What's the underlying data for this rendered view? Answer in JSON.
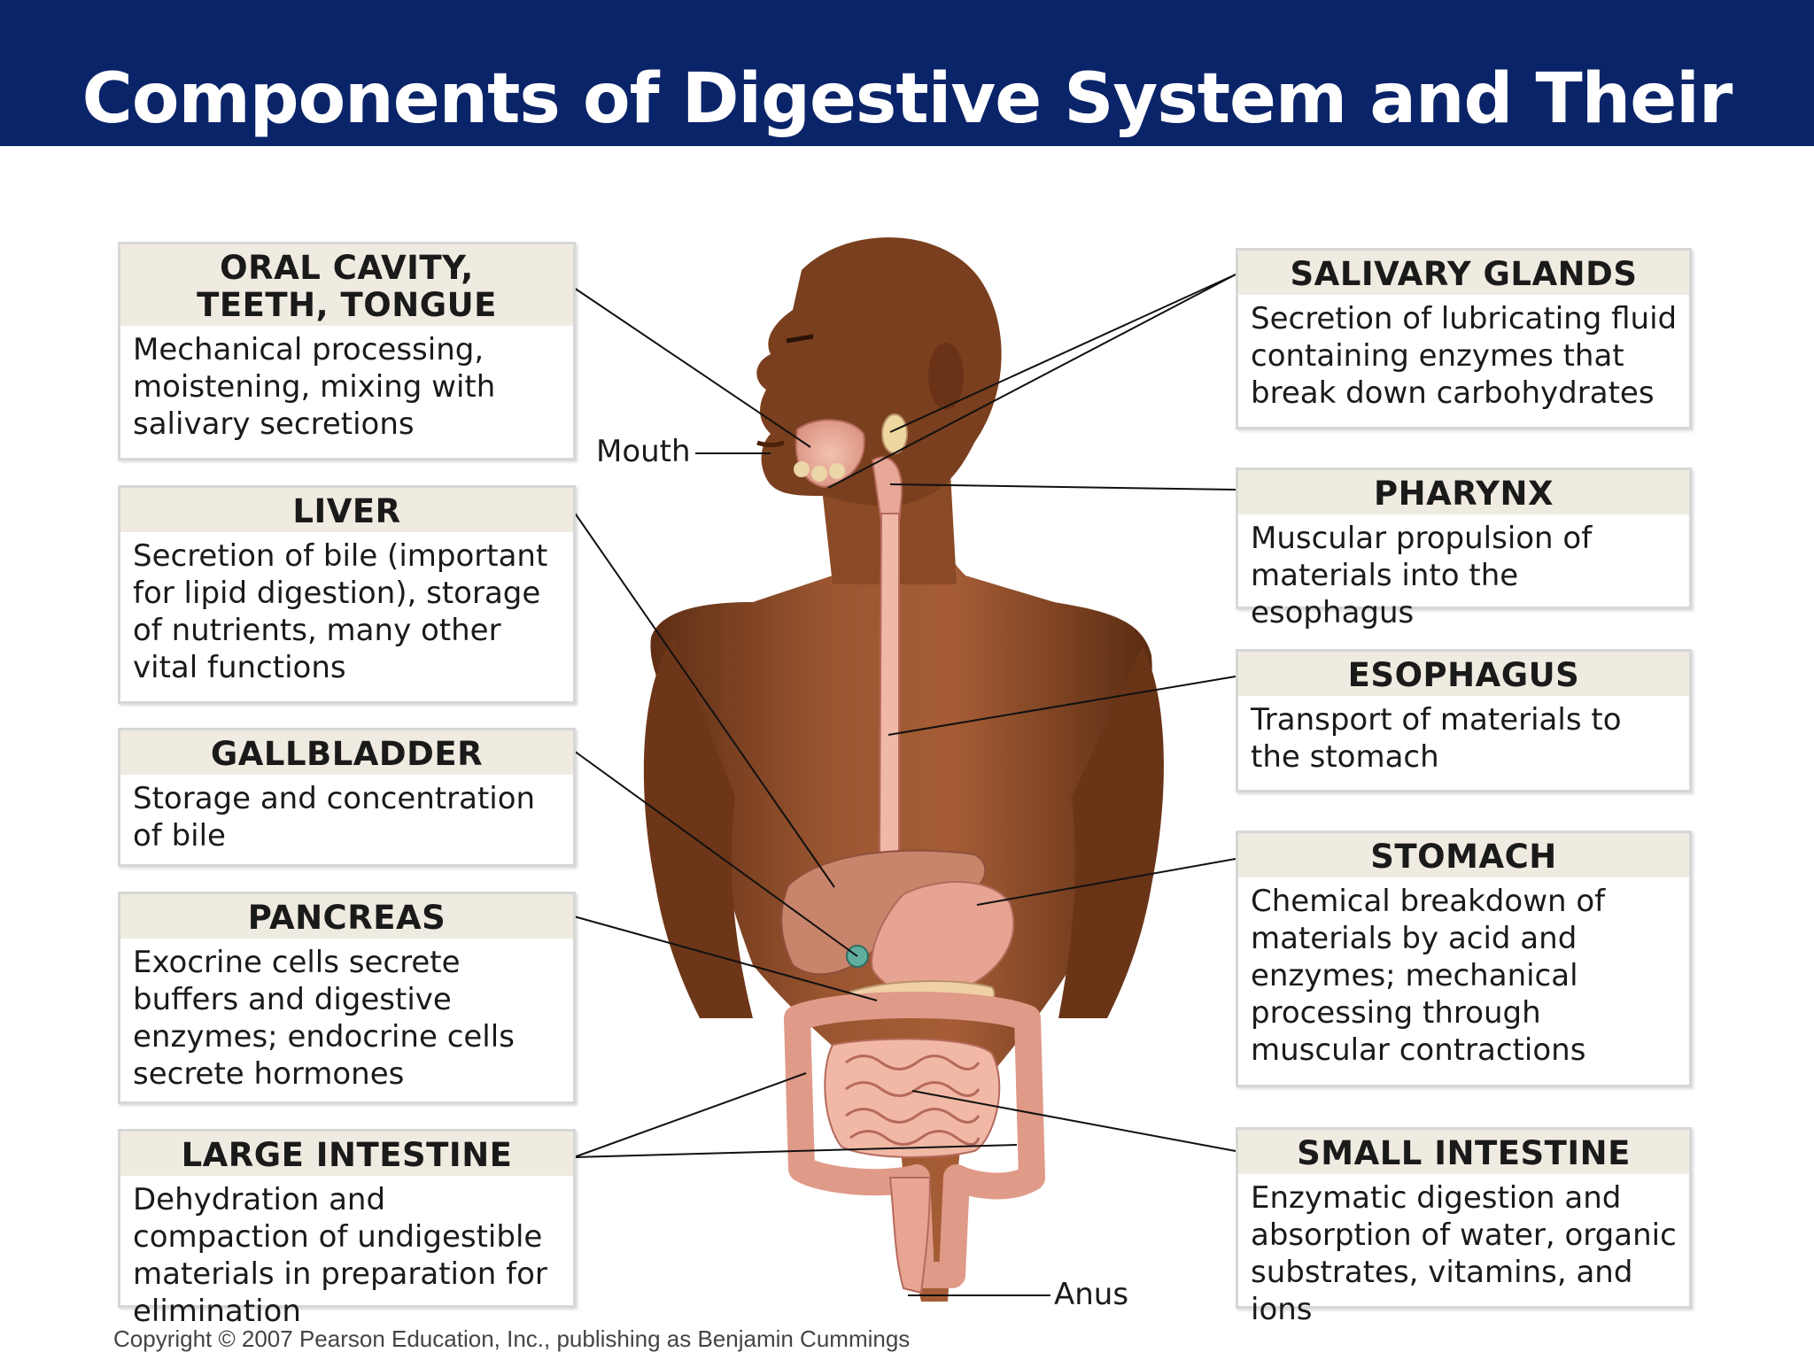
{
  "title": "Components of Digestive System and Their Functions",
  "colors": {
    "banner": "#0a2469",
    "box_header": "#f0ebe1",
    "skin": "#8a4a26"
  },
  "left_boxes": [
    {
      "name": "ORAL CAVITY, TEETH, TONGUE",
      "head_lines": [
        "ORAL CAVITY,",
        "TEETH, TONGUE"
      ],
      "desc": "Mechanical processing, moistening, mixing with salivary secretions"
    },
    {
      "name": "LIVER",
      "desc": "Secretion of bile (important for lipid digestion), storage of nutrients, many other vital functions"
    },
    {
      "name": "GALLBLADDER",
      "desc": "Storage and concentration of bile"
    },
    {
      "name": "PANCREAS",
      "desc": "Exocrine cells secrete buffers and digestive enzymes; endocrine cells secrete hormones"
    },
    {
      "name": "LARGE INTESTINE",
      "desc": "Dehydration and compaction of undigestible materials in preparation for elimination"
    }
  ],
  "right_boxes": [
    {
      "name": "SALIVARY GLANDS",
      "desc": "Secretion of lubricating fluid containing enzymes that break down carbohydrates"
    },
    {
      "name": "PHARYNX",
      "desc": "Muscular propulsion of materials into the esophagus"
    },
    {
      "name": "ESOPHAGUS",
      "desc": "Transport of materials to the stomach"
    },
    {
      "name": "STOMACH",
      "desc": "Chemical breakdown of materials by acid and enzymes; mechanical processing through muscular contractions"
    },
    {
      "name": "SMALL INTESTINE",
      "desc": "Enzymatic digestion and absorption of water, organic substrates, vitamins, and ions"
    }
  ],
  "labels": {
    "mouth": "Mouth",
    "anus": "Anus"
  },
  "copyright": "Copyright © 2007 Pearson Education, Inc., publishing as Benjamin Cummings"
}
